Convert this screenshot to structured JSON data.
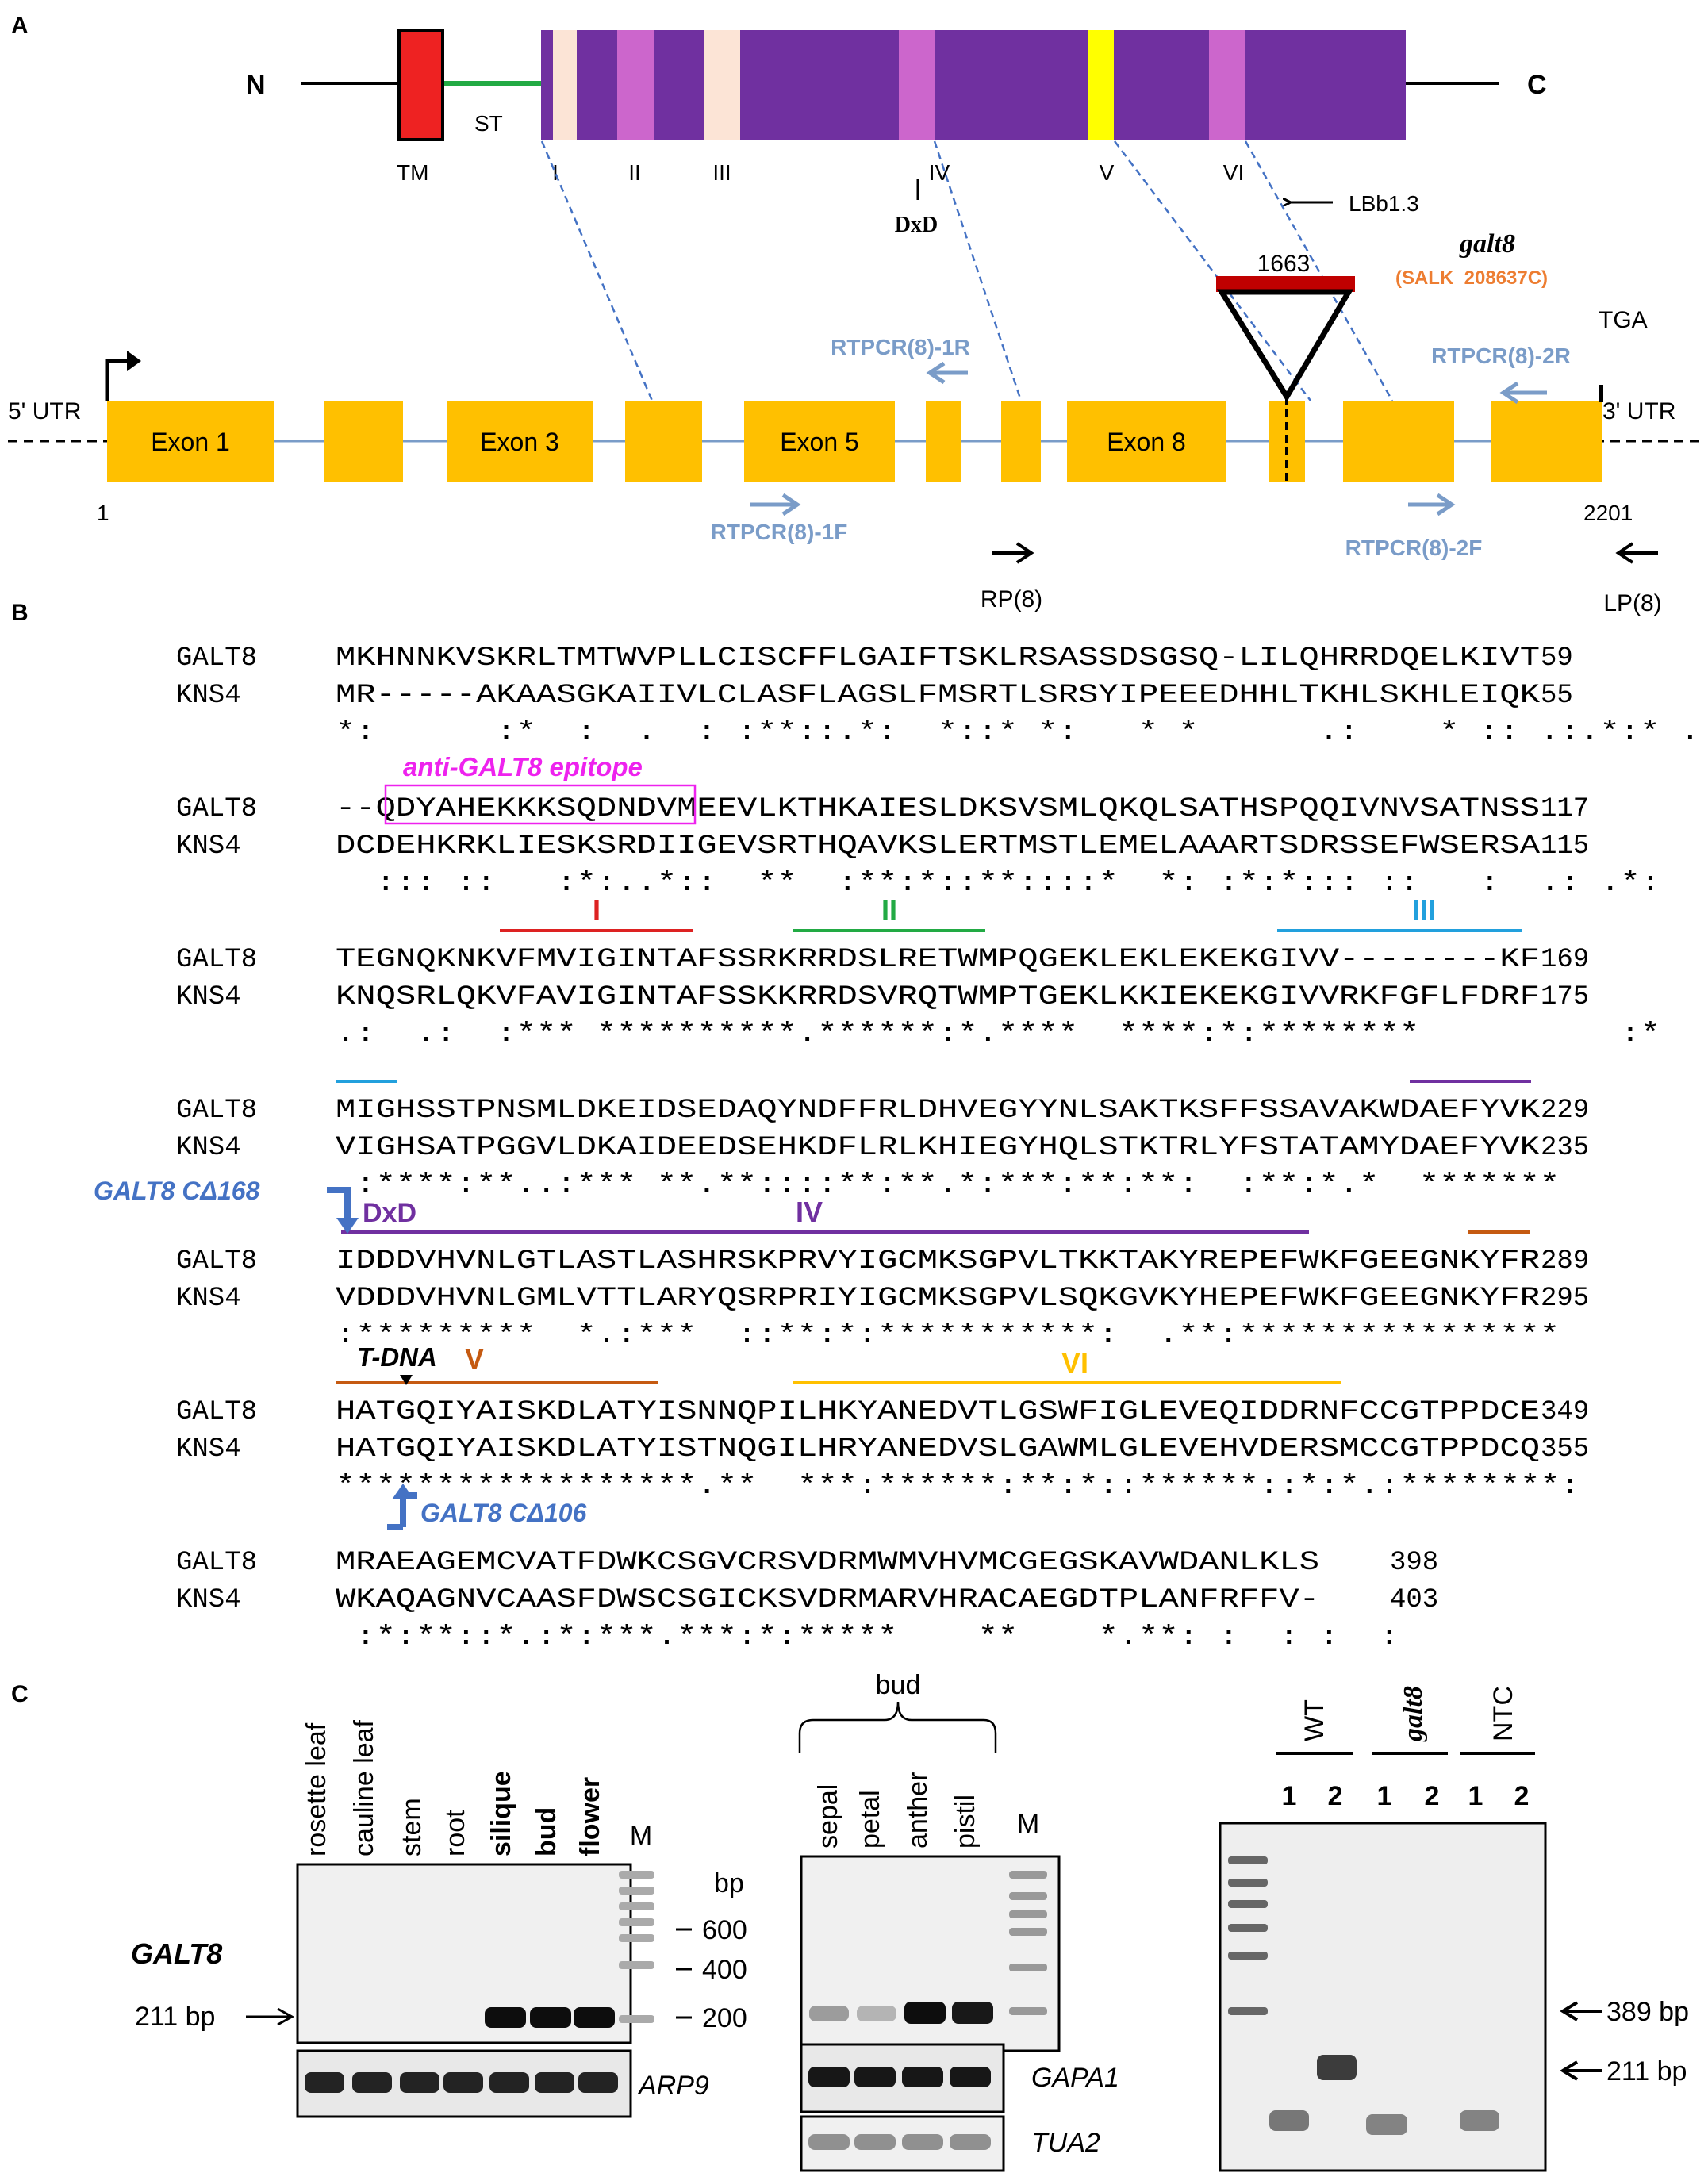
{
  "panels": {
    "a": "A",
    "b": "B",
    "c": "C"
  },
  "protein": {
    "n_label": "N",
    "c_label": "C",
    "tm": "TM",
    "st": "ST",
    "motifs": [
      "I",
      "II",
      "III",
      "IV",
      "V",
      "VI"
    ],
    "dxd": "DxD",
    "lb": "LBb1.3"
  },
  "gene": {
    "mutant": "galt8",
    "salk": "(SALK_208637C)",
    "insert_pos": "1663",
    "tga": "TGA",
    "utr5": "5' UTR",
    "utr3": "3' UTR",
    "exon1": "Exon 1",
    "exon3": "Exon 3",
    "exon5": "Exon 5",
    "exon8": "Exon 8",
    "start": "1",
    "end": "2201",
    "p1r": "RTPCR(8)-1R",
    "p1f": "RTPCR(8)-1F",
    "p2r": "RTPCR(8)-2R",
    "p2f": "RTPCR(8)-2F",
    "rp": "RP(8)",
    "lp": "LP(8)"
  },
  "alignment": {
    "epitope": "anti-GALT8 epitope",
    "dxd": "DxD",
    "tdna": "T-DNA",
    "cd168": "GALT8 CΔ168",
    "cd106": "GALT8 CΔ106",
    "blocks": [
      {
        "g": "MKHNNKVSKRLTMTWVPLLCISCFFLGAIFTSKLRSASSDSGSQ-LILQHRRDQELKIVT",
        "gn": "59",
        "k": "MR-----AKAASGKAIIVLCLASFLAGSLFMSRTLSRSYIPEEEDHHLTKHLSKHLEIQK",
        "kn": "55",
        "c": "*:      :*  :  .  : :**::.*:  *::* *:   * *      .:    * :: .:.*:* ."
      },
      {
        "g": "--QDYAHEKKKSQDNDVMEEVLKTHKAIESLDKSVSMLQKQLSATHSPQQIVNVSATNSS",
        "gn": "117",
        "k": "DCDEHKRKLIESKSRDIIGEVSRTHQAVKSLERTMSTLEMELAAARTSDRSSEFWSERSA",
        "kn": "115",
        "c": "  ::: ::   :*:..*::  **  :**:*::**::::*  *: :*:*::: ::   :  .: .*:"
      },
      {
        "g": "TEGNQKNKVFMVIGINTAFSSRKRRDSLRETWMPQGEKLEKLEKEKGIVV--------KF",
        "gn": "169",
        "k": "KNQSRLQKVFAVIGINTAFSSKKRRDSVRQTWMPTGEKLKKIEKEKGIVVRKFGFLFDRF",
        "kn": "175",
        "c": ".:  .:  :*** **********.******:*.****  ****:*:********          :*"
      },
      {
        "g": "MIGHSSTPNSMLDKEIDSEDAQYNDFFRLDHVEGYYNLSAKTKSFFSSAVAKWDAEFYVK",
        "gn": "229",
        "k": "VIGHSATPGGVLDKAIDEEDSEHKDFLRLKHIEGYHQLSTKTRLYFSTATAMYDAEFYVK",
        "kn": "235",
        "c": " :****:**..:*** **.**::::**:**.*:***:**:**:  :**:*.*  *******"
      },
      {
        "g": "IDDDVHVNLGTLASTLASHRSKPRVYIGCMKSGPVLTKKTAKYREPEFWKFGEEGNKYFR",
        "gn": "289",
        "k": "VDDDVHVNLGMLVTTLARYQSRPRIYIGCMKSGPVLSQKGVKYHEPEFWKFGEEGNKYFR",
        "kn": "295",
        "c": ":*********  *.:***  ::**:*:***********:  .**:****************"
      },
      {
        "g": "HATGQIYAISKDLATYISNNQPILHKYANEDVTLGSWFIGLEVEQIDDRNFCCGTPPDCE",
        "gn": "349",
        "k": "HATGQIYAISKDLATYISTNQGILHRYANEDVSLGAWMLGLEVEHVDERSMCCGTPPDCQ",
        "kn": "355",
        "c": "******************.**  ***:******:**:*::******::*:*.:********:"
      },
      {
        "g": "MRAEAGEMCVATFDWKCSGVCRSVDRMWMVHVMCGEGSKAVWDANLKLS",
        "gn": "398",
        "k": "WKAQAGNVCAASFDWSCSGICKSVDRMARVHRACAEGDTPLANFRFFV-",
        "kn": "403",
        "c": " :*:**::*.:*:***.***:*:*****    **    *.**: :  : :  :"
      }
    ]
  },
  "gels": {
    "g1_lanes": [
      "rosette leaf",
      "cauline leaf",
      "stem",
      "root",
      "silique",
      "bud",
      "flower"
    ],
    "m": "M",
    "bp": "bp",
    "sizes": [
      "600",
      "400",
      "200"
    ],
    "gene": "GALT8",
    "band": "211 bp",
    "ref1": "ARP9",
    "bud": "bud",
    "g2_lanes": [
      "sepal",
      "petal",
      "anther",
      "pistil"
    ],
    "ref2": "GAPA1",
    "ref3": "TUA2",
    "groups": [
      "WT",
      "galt8",
      "NTC"
    ],
    "lane_nums": [
      "1",
      "2",
      "1",
      "2",
      "1",
      "2"
    ],
    "b389": "389 bp",
    "b211": "211 bp"
  },
  "colors": {
    "tm": "#ee2222",
    "st": "#22aa44",
    "domain": "#7030a0",
    "motif": "#cc66cc",
    "pale": "#fce4d6",
    "motif5": "#ffff00",
    "exon": "#ffc000",
    "tdna": "#c00000",
    "primer": "#7a9cc8",
    "label_blue": "#4472c4",
    "epitope": "#ee22ee",
    "m1": "#dd2222",
    "m2": "#22aa44",
    "m3": "#22a0dd",
    "m4": "#7030a0",
    "m5": "#c55a11",
    "m6": "#ffc000",
    "salk": "#ed7d31"
  }
}
